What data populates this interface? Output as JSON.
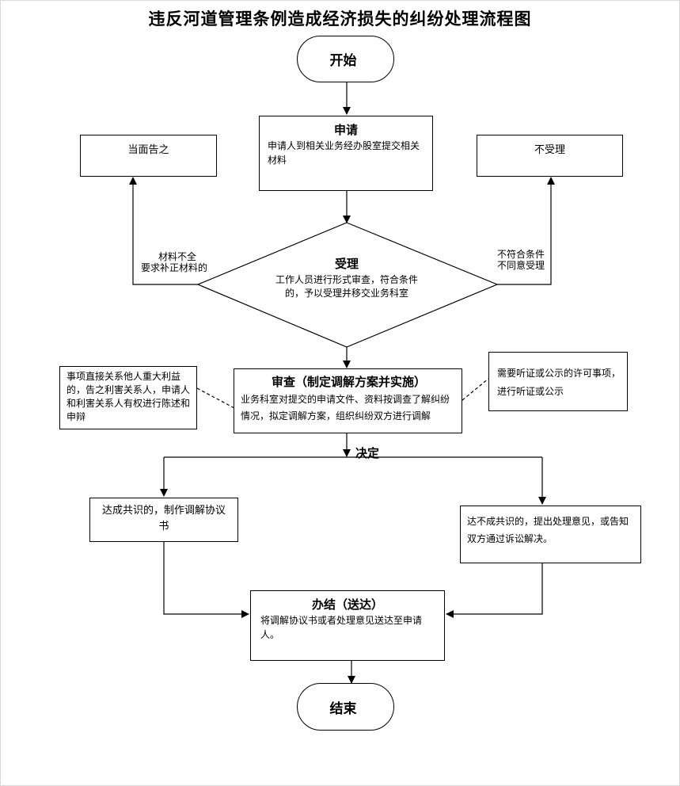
{
  "title": "违反河道管理条例造成经济损失的纠纷处理流程图",
  "nodes": {
    "start": "开始",
    "apply": {
      "title": "申请",
      "text": "申请人到相关业务经办股室提交相关材料"
    },
    "face": "当面告之",
    "reject": "不受理",
    "accept": {
      "title": "受理",
      "text": "工作人员进行形式审查，符合条件的，予以受理并移交业务科室"
    },
    "review": {
      "title": "审查（制定调解方案并实施）",
      "text": "业务科室对提交的申请文件、资料按调查了解纠纷情况，拟定调解方案，组织纠纷双方进行调解"
    },
    "note_left": "事项直接关系他人重大利益的，告之利害关系人，申请人和利害关系人有权进行陈述和申辩",
    "note_right": "需要听证或公示的许可事项，进行听证或公示",
    "agree": "达成共识的，制作调解协议书",
    "disagree": "达不成共识的，提出处理意见，或告知双方通过诉讼解决。",
    "finish": {
      "title": "办结（送达）",
      "text": "将调解协议书或者处理意见送达至申请人。"
    },
    "end": "结束"
  },
  "labels": {
    "incomplete_1": "材料不全",
    "incomplete_2": "要求补正材料的",
    "notmet_1": "不符合条件",
    "notmet_2": "不同意受理",
    "decide": "决定"
  }
}
